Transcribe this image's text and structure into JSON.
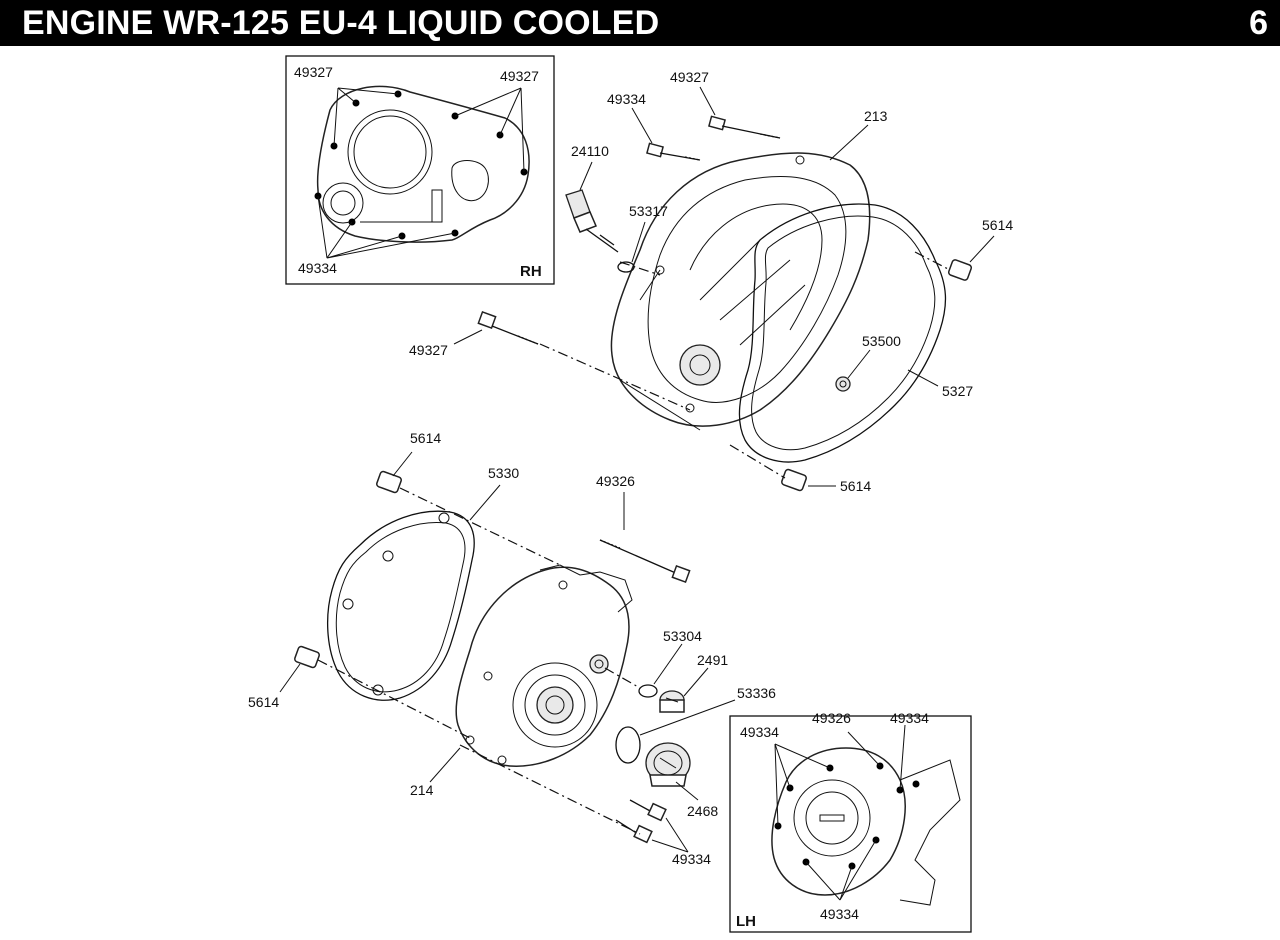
{
  "header": {
    "title": "ENGINE WR-125 EU-4 LIQUID COOLED",
    "page_number": "6"
  },
  "insets": {
    "rh_label": "RH",
    "lh_label": "LH"
  },
  "labels": {
    "rh_inset_49327_left": "49327",
    "rh_inset_49327_right": "49327",
    "rh_inset_49334": "49334",
    "p49327_top": "49327",
    "p49334_top": "49334",
    "p24110": "24110",
    "p213": "213",
    "p53317": "53317",
    "p5614_right": "5614",
    "p49327_left": "49327",
    "p53500": "53500",
    "p5327": "5327",
    "p5614_mid": "5614",
    "p5614_upper_left": "5614",
    "p5330": "5330",
    "p49326": "49326",
    "p53304": "53304",
    "p2491": "2491",
    "p53336": "53336",
    "p5614_left": "5614",
    "p214": "214",
    "p2468": "2468",
    "p49334_bottom": "49334",
    "lh_inset_49334_left": "49334",
    "lh_inset_49326": "49326",
    "lh_inset_49334_right": "49334",
    "lh_inset_49334_bottom": "49334"
  }
}
